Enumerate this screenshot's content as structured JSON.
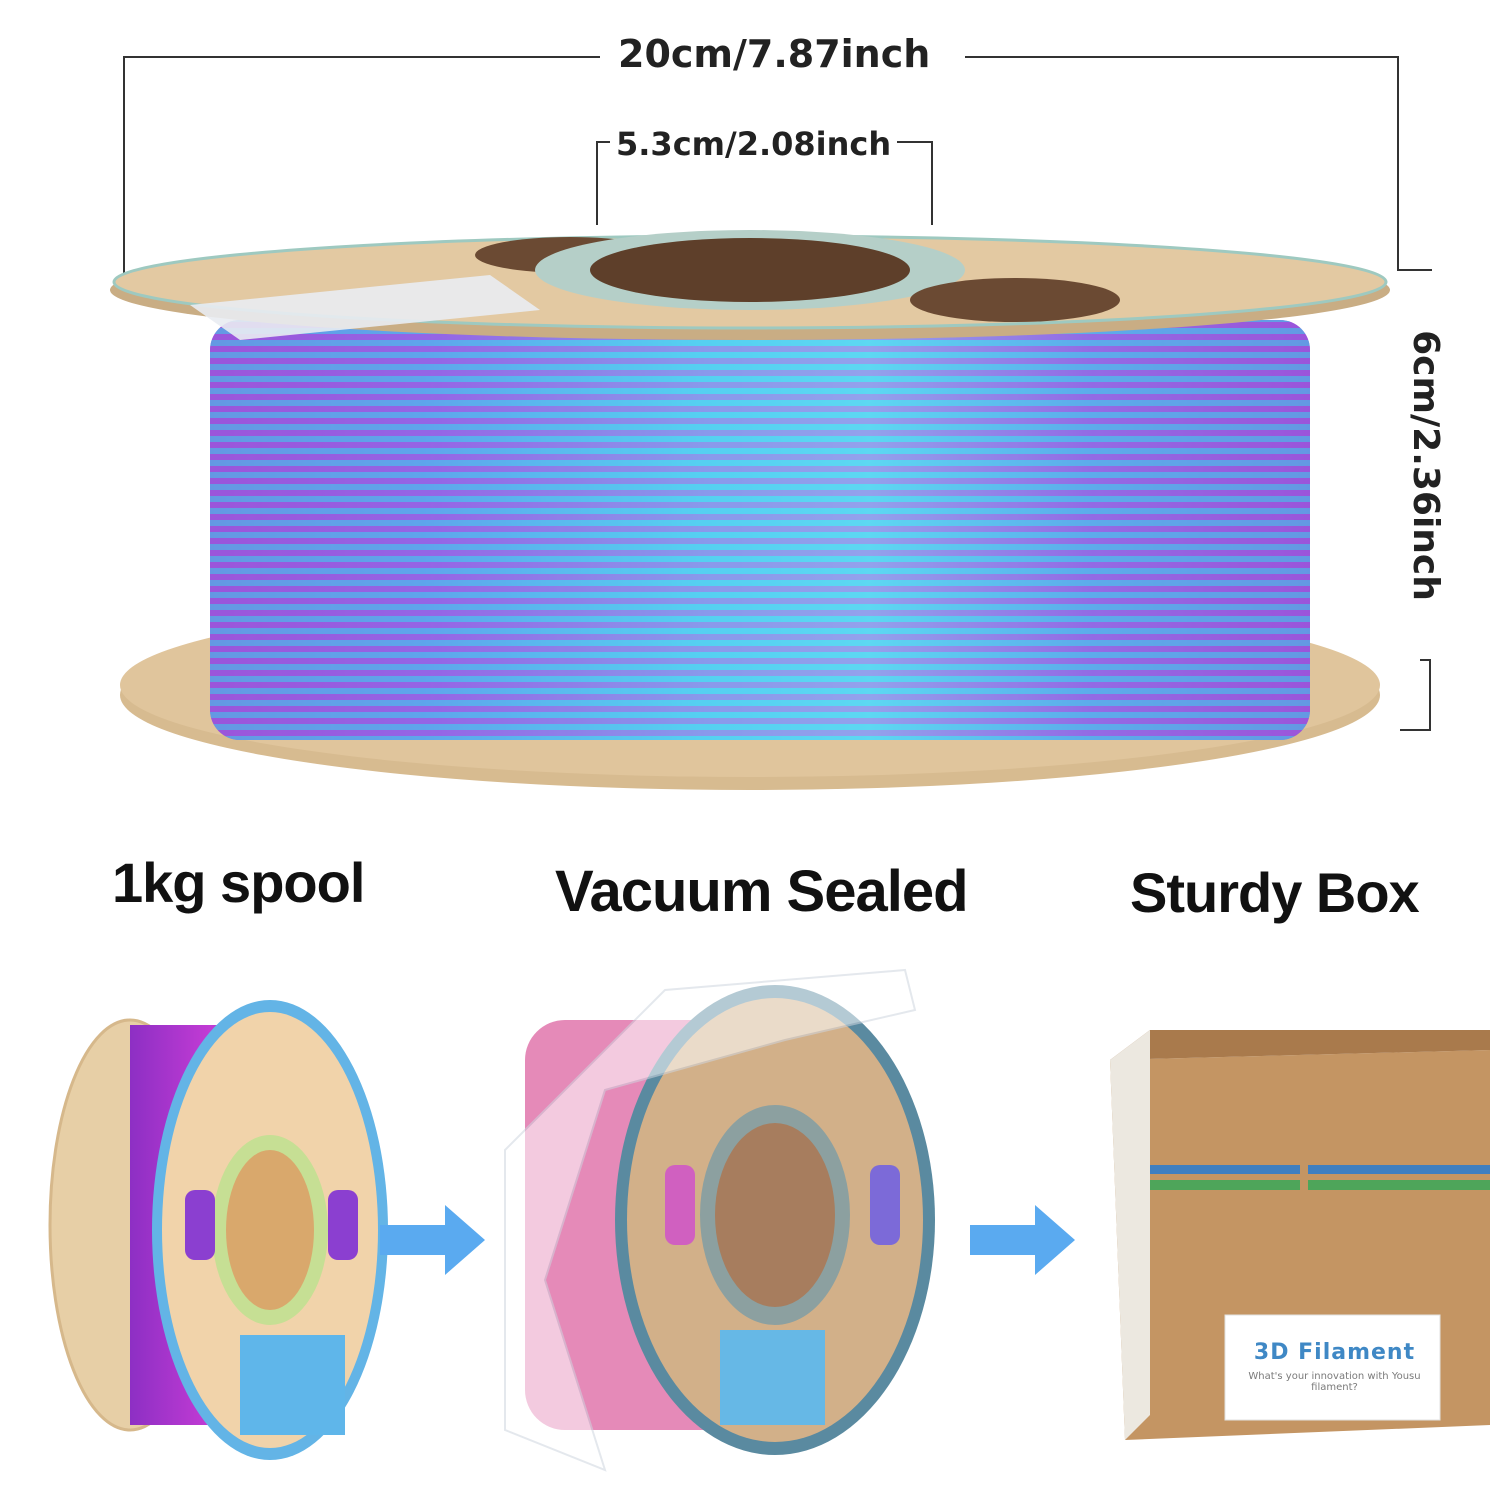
{
  "dimensions": {
    "diameter": "20cm/7.87inch",
    "hole": "5.3cm/2.08inch",
    "height": "6cm/2.36inch"
  },
  "captions": {
    "spool": "1kg spool",
    "sealed": "Vacuum Sealed",
    "box": "Sturdy Box"
  },
  "box_label": {
    "title": "3D Filament",
    "subtitle": "What's your innovation with Yousu filament?"
  },
  "colors": {
    "spool_flange": "#dcc39c",
    "filament_blue": "#3aa8e6",
    "filament_purple": "#9a4fd6",
    "flange_rim": "#6ab0dc",
    "cardboard": "#c79a6a",
    "arrow": "#5aaaf0"
  },
  "icons": [
    "arrow-right-icon",
    "arrow-right-icon"
  ]
}
